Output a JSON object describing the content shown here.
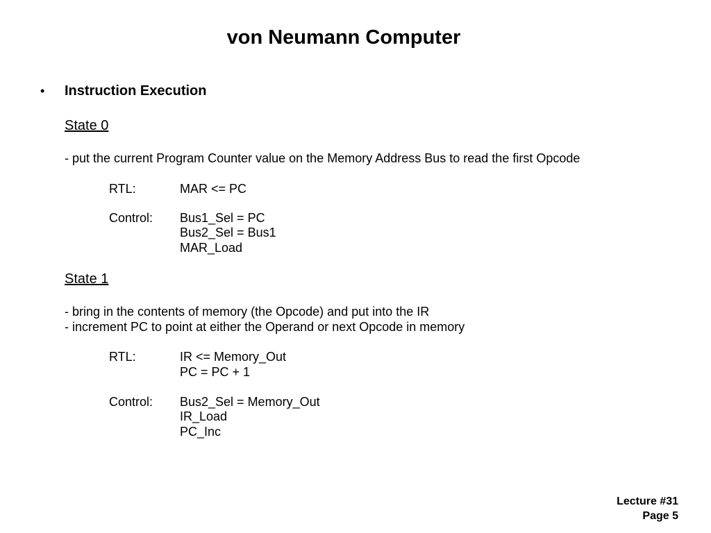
{
  "title": "von Neumann Computer",
  "section": {
    "bullet": "•",
    "heading": "Instruction Execution"
  },
  "state0": {
    "label": "State 0",
    "description": "- put the current Program Counter value on the Memory Address Bus to read the first Opcode",
    "rtl_label": "RTL:",
    "rtl_lines": [
      "MAR <= PC"
    ],
    "control_label": "Control:",
    "control_lines": [
      "Bus1_Sel = PC",
      "Bus2_Sel = Bus1",
      "MAR_Load"
    ]
  },
  "state1": {
    "label": "State 1",
    "descriptions": [
      "- bring in the contents of memory (the Opcode) and put into the IR",
      "- increment PC to point at either the Operand or next Opcode in memory"
    ],
    "rtl_label": "RTL:",
    "rtl_lines": [
      "IR <= Memory_Out",
      "PC = PC + 1"
    ],
    "control_label": "Control:",
    "control_lines": [
      "Bus2_Sel = Memory_Out",
      "IR_Load",
      "PC_Inc"
    ]
  },
  "footer": {
    "lecture": "Lecture #31",
    "page": "Page 5"
  }
}
